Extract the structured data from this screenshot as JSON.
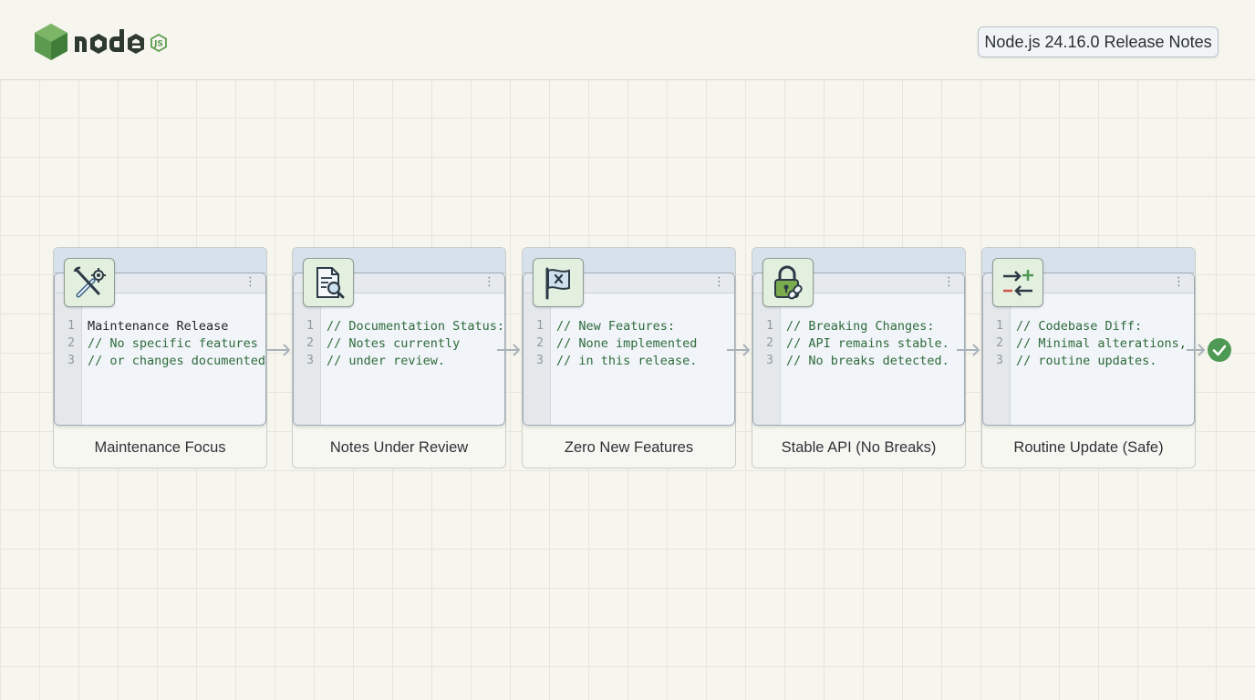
{
  "header": {
    "logo_icon": "nodejs-logo",
    "release_title": "Node.js 24.16.0 Release Notes"
  },
  "colors": {
    "accent_green": "#4e9a55",
    "card_tab": "#d6e1ec",
    "comment": "#2e6b3c"
  },
  "steps": [
    {
      "icon": "wrench-gear-icon",
      "caption": "Maintenance Focus",
      "lines": [
        {
          "n": "1",
          "text": "Maintenance Release"
        },
        {
          "n": "2",
          "text": "// No specific features"
        },
        {
          "n": "3",
          "text": "// or changes documented."
        }
      ]
    },
    {
      "icon": "document-search-icon",
      "caption": "Notes Under Review",
      "lines": [
        {
          "n": "1",
          "text": "// Documentation Status:"
        },
        {
          "n": "2",
          "text": "// Notes currently"
        },
        {
          "n": "3",
          "text": "// under review."
        }
      ]
    },
    {
      "icon": "flag-x-icon",
      "caption": "Zero New Features",
      "lines": [
        {
          "n": "1",
          "text": "// New Features:"
        },
        {
          "n": "2",
          "text": "// None implemented"
        },
        {
          "n": "3",
          "text": "// in this release."
        }
      ]
    },
    {
      "icon": "lock-link-icon",
      "caption": "Stable API (No Breaks)",
      "lines": [
        {
          "n": "1",
          "text": "// Breaking Changes:"
        },
        {
          "n": "2",
          "text": "// API remains stable."
        },
        {
          "n": "3",
          "text": "// No breaks detected."
        }
      ]
    },
    {
      "icon": "diff-arrows-icon",
      "caption": "Routine Update (Safe)",
      "lines": [
        {
          "n": "1",
          "text": "// Codebase Diff:"
        },
        {
          "n": "2",
          "text": "// Minimal alterations,"
        },
        {
          "n": "3",
          "text": "// routine updates."
        }
      ]
    }
  ],
  "end_icon": "check-circle-icon"
}
